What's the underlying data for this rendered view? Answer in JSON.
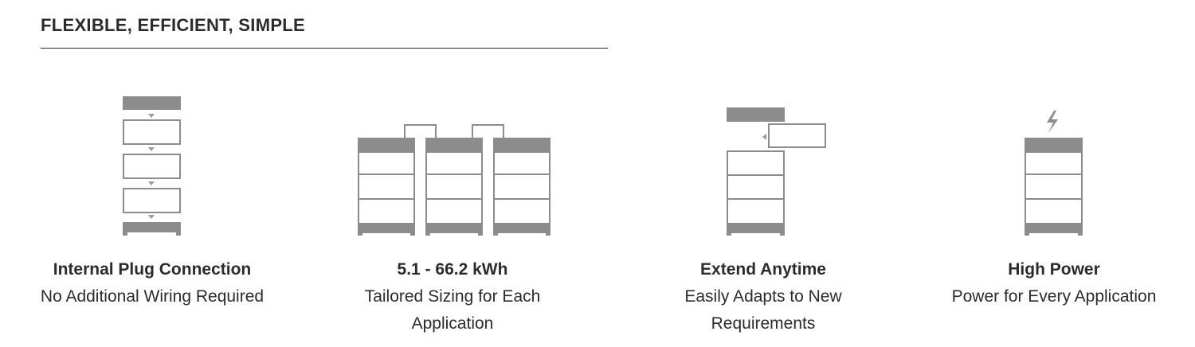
{
  "header": {
    "title": "FLEXIBLE, EFFICIENT, SIMPLE"
  },
  "colors": {
    "icon_gray": "#8c8c8c",
    "icon_dark": "#7a7a7a",
    "text": "#2b2b2b"
  },
  "features": [
    {
      "icon": "stacked-modules-icon",
      "title": "Internal Plug Connection",
      "subtitle_lines": [
        "No Additional Wiring Required"
      ]
    },
    {
      "icon": "parallel-towers-icon",
      "title": "5.1 - 66.2 kWh",
      "subtitle_lines": [
        "Tailored Sizing for Each",
        "Application"
      ]
    },
    {
      "icon": "extend-module-icon",
      "title": "Extend Anytime",
      "subtitle_lines": [
        "Easily Adapts to New",
        "Requirements"
      ]
    },
    {
      "icon": "lightning-tower-icon",
      "title": "High Power",
      "subtitle_lines": [
        "Power for Every Application"
      ]
    }
  ]
}
